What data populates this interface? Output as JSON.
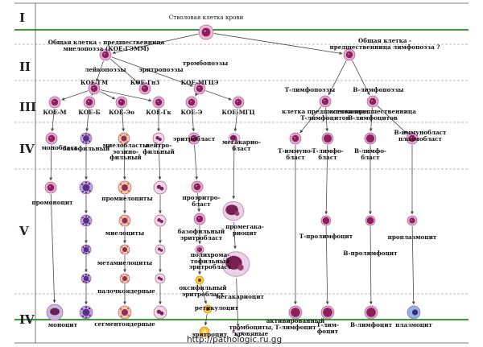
{
  "stages": [
    "I",
    "II",
    "III",
    "IV",
    "V",
    "IV"
  ],
  "cells": [
    {
      "id": "stem",
      "label": "Стволовая клетка крови",
      "kind": "stem"
    },
    {
      "id": "myeloid",
      "label": "Общая клетка - предшественница\nмиелопоэза (КОЕ-ГЭММ)",
      "kind": "blast"
    },
    {
      "id": "lymphoid",
      "label": "Общая клетка -\nпредшественница лимфопоэза ?",
      "kind": "blast"
    },
    {
      "id": "koe_gm",
      "label": "КОЕ-ГМ",
      "kind": "blast"
    },
    {
      "id": "koe_gn",
      "label": "КОЕ-Гн3",
      "kind": "blast"
    },
    {
      "id": "koe_mgce",
      "label": "КОЕ-МГЦЭ",
      "kind": "blast"
    },
    {
      "id": "t_prec",
      "label": "клетка предшественница\nТ-лимфоцитов",
      "kind": "blast"
    },
    {
      "id": "b_prec",
      "label": "клетка предшественница\nВ-лимфоцитов",
      "kind": "blast"
    },
    {
      "id": "koe_m",
      "label": "КОЕ-М",
      "kind": "blast"
    },
    {
      "id": "koe_b",
      "label": "КОЕ-Б",
      "kind": "blast"
    },
    {
      "id": "koe_eo",
      "label": "КОЕ-Эо",
      "kind": "blast"
    },
    {
      "id": "koe_gk",
      "label": "КОЕ-Гк",
      "kind": "blast"
    },
    {
      "id": "koe_e",
      "label": "КОЕ-Э",
      "kind": "blast"
    },
    {
      "id": "koe_mgc",
      "label": "КОЕ-МГЦ",
      "kind": "blast"
    },
    {
      "id": "monoblast",
      "label": "монобласт",
      "kind": "blast"
    },
    {
      "id": "mb_baso",
      "label": "базофильный",
      "kind": "baso"
    },
    {
      "id": "mb_eo",
      "label": "миелобласты\nэозино-\nфильный",
      "kind": "eo"
    },
    {
      "id": "mb_neut",
      "label": "нейтро-\nфильный",
      "kind": "neut"
    },
    {
      "id": "erythroblast",
      "label": "эритробласт",
      "kind": "blast"
    },
    {
      "id": "megakaryoblast",
      "label": "мегакарио-\nбласт",
      "kind": "mega"
    },
    {
      "id": "t_immunoblast",
      "label": "Т-иммуно-\nбласт",
      "kind": "blast"
    },
    {
      "id": "t_lymphoblast",
      "label": "Т-лимфо-\nбласт",
      "kind": "lymph"
    },
    {
      "id": "b_lymphoblast",
      "label": "В-лимфо-\nбласт",
      "kind": "lymph"
    },
    {
      "id": "b_immunoblast",
      "label": "В-иммунобласт\nплазмобласт",
      "kind": "blast"
    },
    {
      "id": "promonocyte",
      "label": "промоноцит",
      "kind": "blast"
    },
    {
      "id": "promyel_b",
      "label": "",
      "kind": "baso"
    },
    {
      "id": "promyel_e",
      "label": "промиелоциты",
      "kind": "eo"
    },
    {
      "id": "promyel_n",
      "label": "",
      "kind": "neut"
    },
    {
      "id": "proerythroblast",
      "label": "проэритро-\nбласт",
      "kind": "blast"
    },
    {
      "id": "myel_b",
      "label": "",
      "kind": "baso"
    },
    {
      "id": "myel_e",
      "label": "миелоциты",
      "kind": "eo"
    },
    {
      "id": "myel_n",
      "label": "",
      "kind": "neut"
    },
    {
      "id": "baso_erythro",
      "label": "базофильный\nэритробласт",
      "kind": "blast"
    },
    {
      "id": "promegakaryocyte",
      "label": "промегака-\nриоцит",
      "kind": "mega"
    },
    {
      "id": "t_prolymph",
      "label": "Т-пролимфоцит",
      "kind": "lymph"
    },
    {
      "id": "b_prolymph",
      "label": "В-пролимфоцит",
      "kind": "lymph"
    },
    {
      "id": "proplasmocyte",
      "label": "проплазмоцит",
      "kind": "blast"
    },
    {
      "id": "meta_b",
      "label": "",
      "kind": "baso"
    },
    {
      "id": "meta_e",
      "label": "метамиелоциты",
      "kind": "eo"
    },
    {
      "id": "meta_n",
      "label": "",
      "kind": "neut"
    },
    {
      "id": "poly_erythro",
      "label": "полихрома-\nтофильный\nэритробласт",
      "kind": "blast"
    },
    {
      "id": "band_b",
      "label": "",
      "kind": "baso"
    },
    {
      "id": "band_e",
      "label": "палочкоядерные",
      "kind": "eo"
    },
    {
      "id": "band_n",
      "label": "",
      "kind": "neut"
    },
    {
      "id": "oxy_erythro",
      "label": "оксифильный\nэритробласт",
      "kind": "retic"
    },
    {
      "id": "megakaryocyte",
      "label": "мегакариоцит",
      "kind": "megabig"
    },
    {
      "id": "reticulocyte",
      "label": "ретикулоцит",
      "kind": "retic"
    },
    {
      "id": "monocyte",
      "label": "моноцит",
      "kind": "mono"
    },
    {
      "id": "seg_b",
      "label": "",
      "kind": "baso"
    },
    {
      "id": "seg_e",
      "label": "сегментоядерные",
      "kind": "eo"
    },
    {
      "id": "seg_n",
      "label": "",
      "kind": "neut"
    },
    {
      "id": "erythrocyte",
      "label": "эритроцит",
      "kind": "rbc"
    },
    {
      "id": "platelets",
      "label": "тромбоциты,\nкровяные",
      "kind": "plt"
    },
    {
      "id": "act_t",
      "label": "активированный\nТ-лимфоцит",
      "kind": "lymph"
    },
    {
      "id": "t_lymphocyte",
      "label": "Т-лим-\nфоцит",
      "kind": "lymph"
    },
    {
      "id": "b_lymphocyte",
      "label": "В-лимфоцит",
      "kind": "lymph"
    },
    {
      "id": "plasmocyte",
      "label": "плазмоцит",
      "kind": "plasma"
    }
  ],
  "process_labels": [
    "лейкопоэзы",
    "эритропоэзы",
    "тромбопоэзы",
    "Т-лимфопоэзы",
    "В-лимфопоэзы"
  ],
  "source_url": "http://pathologic.ru.gg",
  "colors": {
    "accent": "#3c9a3c",
    "line": "#4a4a4a",
    "nucleus": "#8a1f5a",
    "cytoplasm": "#e3a8cf"
  }
}
